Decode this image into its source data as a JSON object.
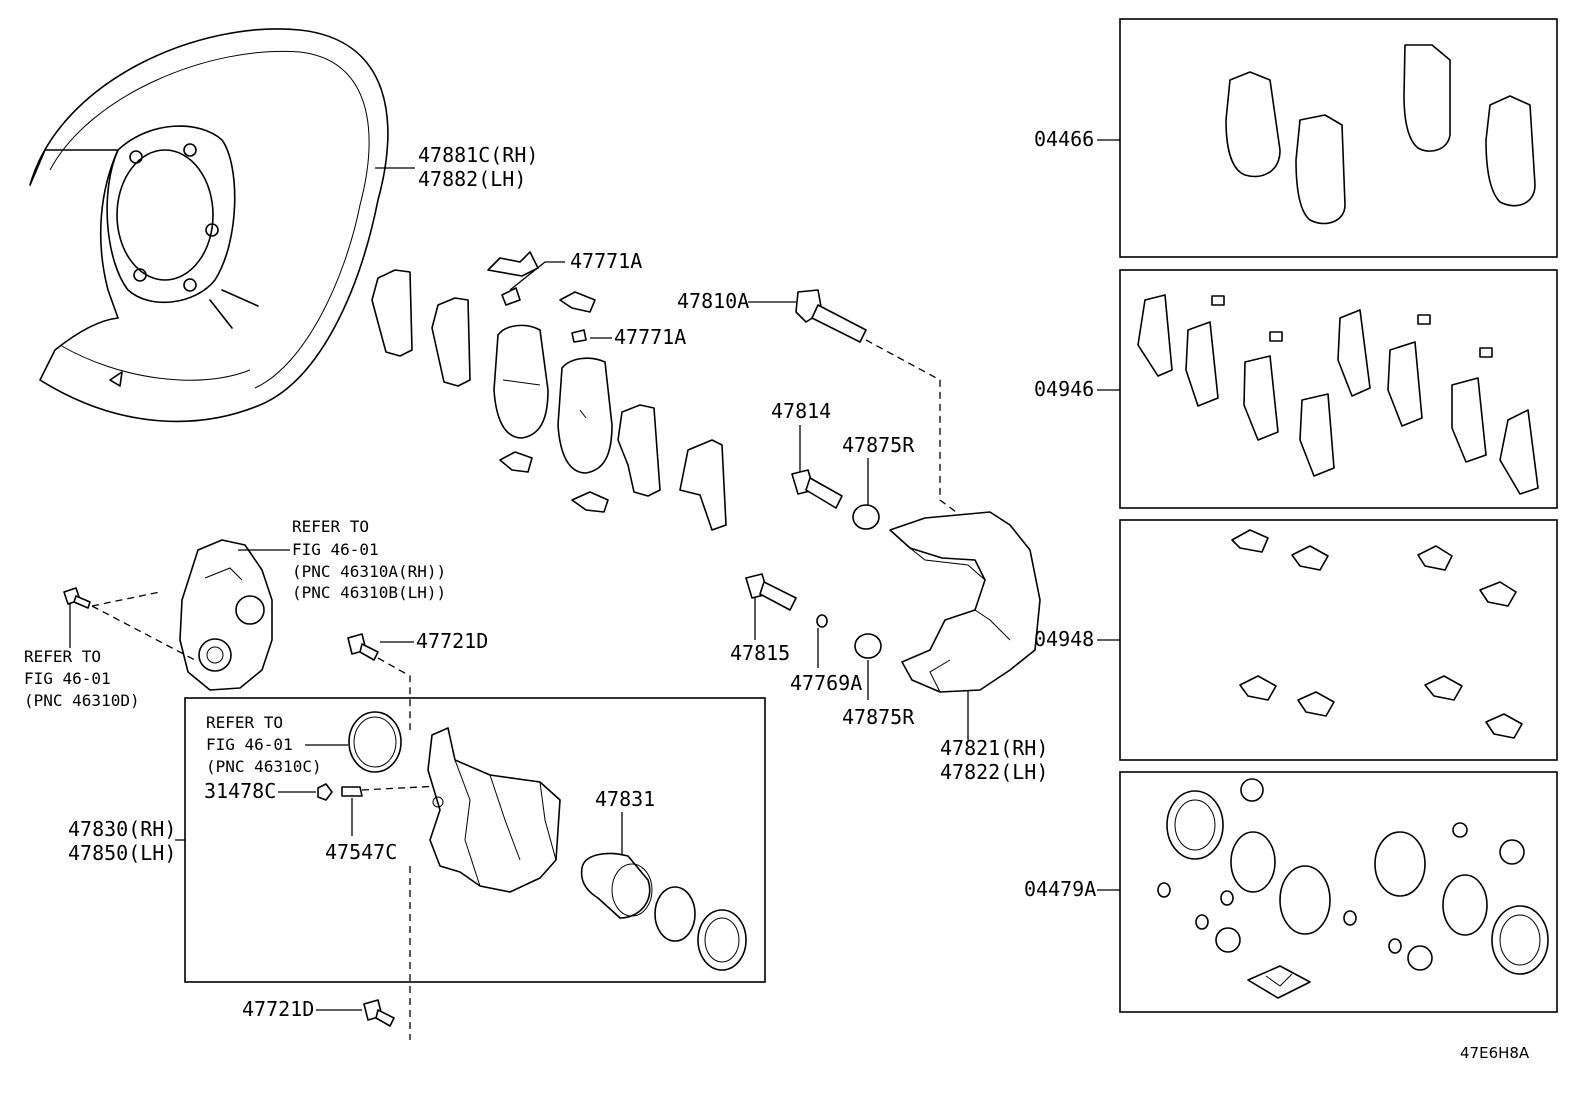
{
  "labels": {
    "shield_rh": "47881C(RH)",
    "shield_lh": "47882(LH)",
    "clip_a_top": "47771A",
    "clip_a_mid": "47771A",
    "bolt_810a": "47810A",
    "pin_814": "47814",
    "boot_875r_top": "47875R",
    "pin_815": "47815",
    "ring_769a": "47769A",
    "boot_875r_bot": "47875R",
    "mount_rh": "47821(RH)",
    "mount_lh": "47822(LH)",
    "bolt_721d_top": "47721D",
    "bolt_721d_bot": "47721D",
    "plug_31478c": "31478C",
    "bleeder_47547c": "47547C",
    "piston_47831": "47831",
    "caliper_rh": "47830(RH)",
    "caliper_lh": "47850(LH)",
    "kit_04466": "04466",
    "kit_04946": "04946",
    "kit_04948": "04948",
    "kit_04479a": "04479A"
  },
  "refer_knuckle": {
    "line1": "REFER TO",
    "line2": "FIG 46-01",
    "line3": "(PNC 46310A(RH))",
    "line4": "(PNC 46310B(LH))"
  },
  "refer_bolt": {
    "line1": "REFER TO",
    "line2": "FIG 46-01",
    "line3": "(PNC 46310D)"
  },
  "refer_seal": {
    "line1": "REFER TO",
    "line2": "FIG 46-01",
    "line3": "(PNC 46310C)"
  },
  "figure_code": "47E6H8A"
}
